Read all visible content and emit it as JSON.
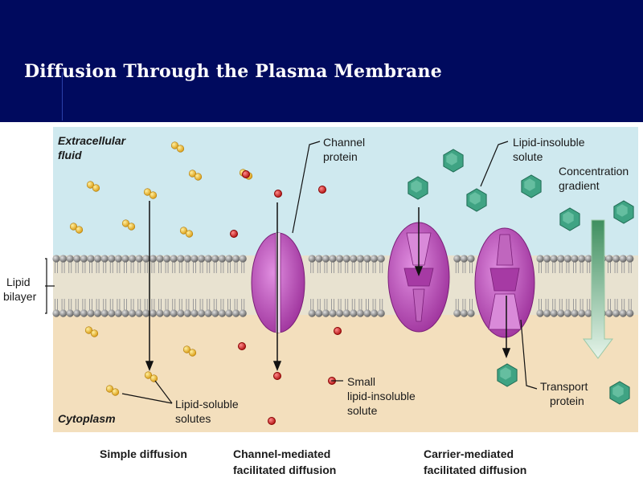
{
  "header": {
    "title": "Diffusion Through the Plasma Membrane"
  },
  "labels": {
    "extracellular_fluid": [
      "Extracellular",
      "fluid"
    ],
    "cytoplasm": "Cytoplasm",
    "lipid_bilayer": [
      "Lipid",
      "bilayer"
    ],
    "channel_protein": [
      "Channel",
      "protein"
    ],
    "lipid_insoluble_solute": [
      "Lipid-insoluble",
      "solute"
    ],
    "concentration_gradient": [
      "Concentration",
      "gradient"
    ],
    "small_lipid_insoluble_solute": [
      "Small",
      "lipid-insoluble",
      "solute"
    ],
    "lipid_soluble_solutes": [
      "Lipid-soluble",
      "solutes"
    ],
    "transport_protein": [
      "Transport",
      "protein"
    ]
  },
  "captions": {
    "simple": [
      "Simple diffusion"
    ],
    "channel": [
      "Channel-mediated",
      "facilitated diffusion"
    ],
    "carrier": [
      "Carrier-mediated",
      "facilitated diffusion"
    ]
  },
  "colors": {
    "header_bg": "#000a5e",
    "extracellular_bg": "#cfe9ef",
    "cytoplasm_bg": "#f3dfbd",
    "lipid_head": "#8d8d8d",
    "protein": "#b53fb3",
    "lipid_soluble": "#e6b21c",
    "small_solute": "#d42424",
    "large_solute": "#3a9c7a"
  }
}
